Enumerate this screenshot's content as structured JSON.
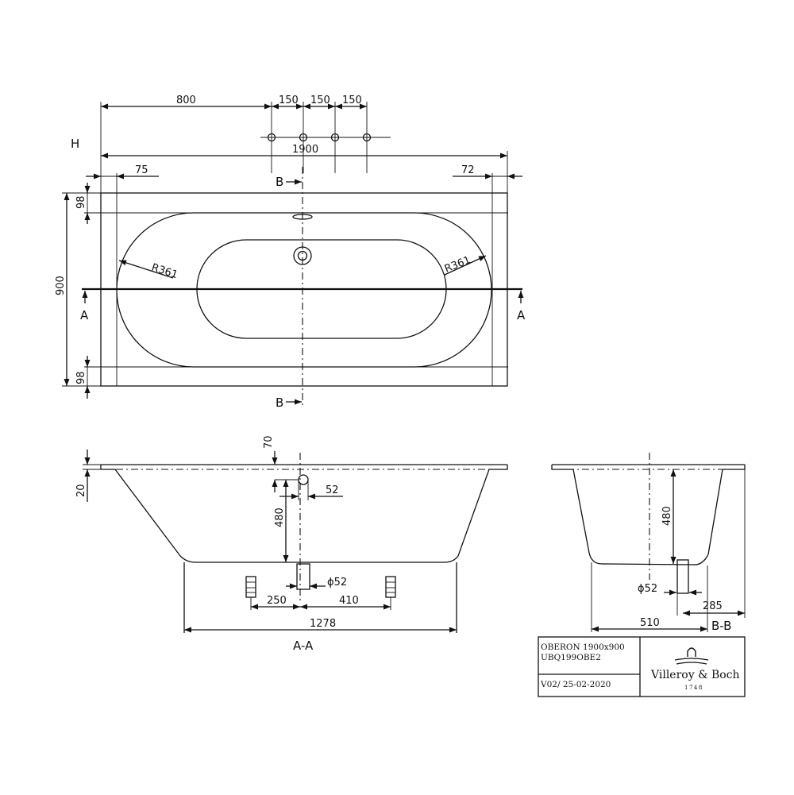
{
  "plan": {
    "h_label": "H",
    "dim_800": "800",
    "dim_150a": "150",
    "dim_150b": "150",
    "dim_150c": "150",
    "dim_1900": "1900",
    "dim_75": "75",
    "dim_72": "72",
    "dim_98_top": "98",
    "dim_98_bottom": "98",
    "dim_900": "900",
    "radius_left": "R361",
    "radius_right": "R361",
    "section_b_top": "B",
    "section_b_bottom": "B",
    "section_a_left": "A",
    "section_a_right": "A"
  },
  "section_aa": {
    "dim_70": "70",
    "dim_20": "20",
    "dim_52": "52",
    "dim_480": "480",
    "dim_phi52": "ϕ52",
    "dim_250": "250",
    "dim_410": "410",
    "dim_1278": "1278",
    "title": "A-A"
  },
  "section_bb": {
    "dim_480": "480",
    "dim_phi52": "ϕ52",
    "dim_285": "285",
    "dim_510": "510",
    "title": "B-B"
  },
  "title_block": {
    "model": "OBERON 1900x900",
    "code": "UBQ199OBE2",
    "version": "V02/ 25-02-2020",
    "brand": "Villeroy & Boch",
    "year": "1748"
  }
}
